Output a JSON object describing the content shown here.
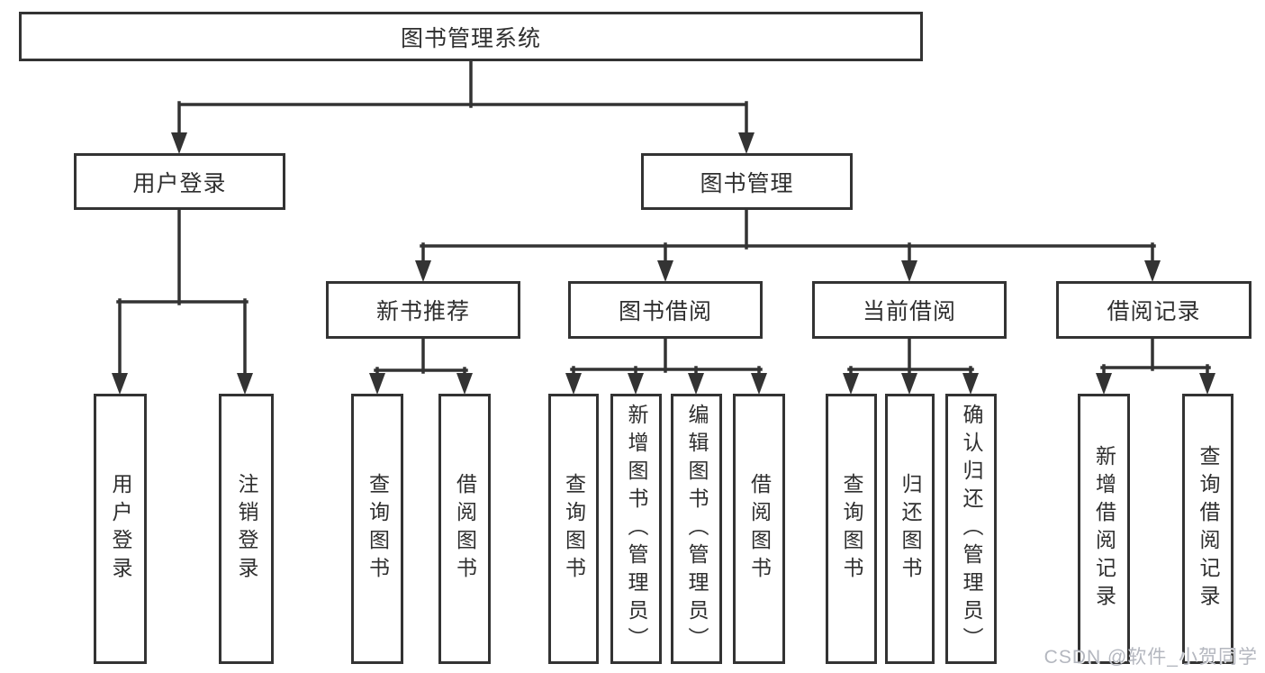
{
  "title": "图书管理系统",
  "watermark": "CSDN @软件_小贺同学",
  "colors": {
    "line": "#333333",
    "text": "#2f2f2f",
    "background": "#ffffff",
    "watermark": "#b4b7bf"
  },
  "nodes": {
    "root": {
      "label": "图书管理系统"
    },
    "user_login": {
      "label": "用户登录"
    },
    "book_mgmt": {
      "label": "图书管理"
    },
    "new_book_rec": {
      "label": "新书推荐"
    },
    "book_borrow": {
      "label": "图书借阅"
    },
    "current_borrow": {
      "label": "当前借阅"
    },
    "borrow_records": {
      "label": "借阅记录"
    },
    "leaf_user_login": {
      "label": "用户登录"
    },
    "leaf_logout": {
      "label": "注销登录"
    },
    "leaf_query_book_1": {
      "label": "查询图书"
    },
    "leaf_borrow_book_1": {
      "label": "借阅图书"
    },
    "leaf_query_book_2": {
      "label": "查询图书"
    },
    "leaf_add_book": {
      "label": "新增图书（管理员）"
    },
    "leaf_edit_book": {
      "label": "编辑图书（管理员）"
    },
    "leaf_borrow_book_2": {
      "label": "借阅图书"
    },
    "leaf_query_book_3": {
      "label": "查询图书"
    },
    "leaf_return_book": {
      "label": "归还图书"
    },
    "leaf_confirm_return": {
      "label": "确认归还（管理员）"
    },
    "leaf_add_borrow_record": {
      "label": "新增借阅记录"
    },
    "leaf_query_borrow_record": {
      "label": "查询借阅记录"
    }
  },
  "hierarchy": {
    "root": [
      "user_login",
      "book_mgmt"
    ],
    "user_login": [
      "leaf_user_login",
      "leaf_logout"
    ],
    "book_mgmt": [
      "new_book_rec",
      "book_borrow",
      "current_borrow",
      "borrow_records"
    ],
    "new_book_rec": [
      "leaf_query_book_1",
      "leaf_borrow_book_1"
    ],
    "book_borrow": [
      "leaf_query_book_2",
      "leaf_add_book",
      "leaf_edit_book",
      "leaf_borrow_book_2"
    ],
    "current_borrow": [
      "leaf_query_book_3",
      "leaf_return_book",
      "leaf_confirm_return"
    ],
    "borrow_records": [
      "leaf_add_borrow_record",
      "leaf_query_borrow_record"
    ]
  }
}
